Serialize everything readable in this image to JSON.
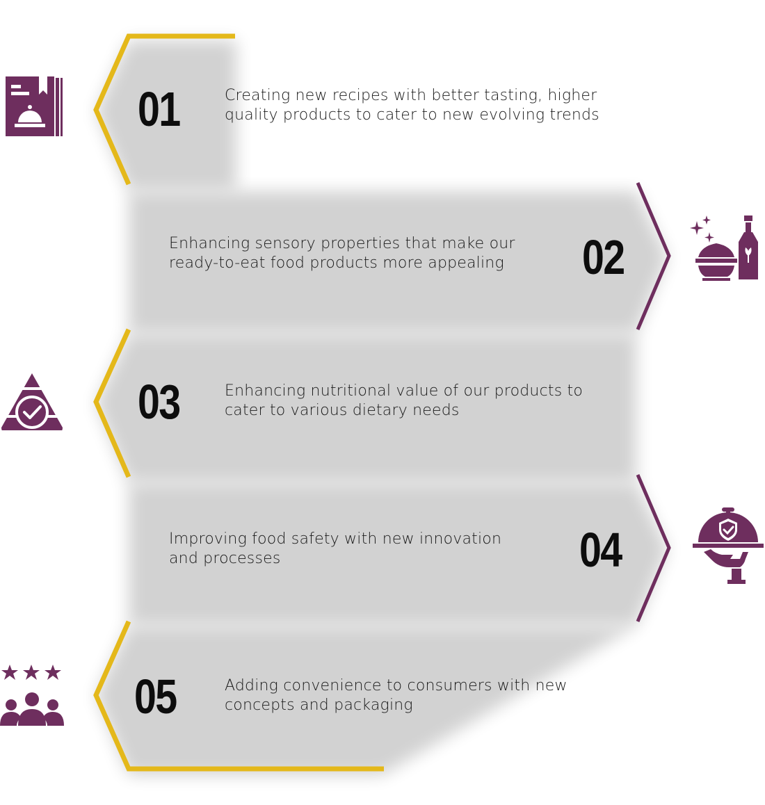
{
  "colors": {
    "gold": "#e4b81a",
    "plum": "#6e2e5e",
    "text": "#1a1a1a",
    "number": "#0d0d0d"
  },
  "steps": [
    {
      "number": "01",
      "line1": "Creating new recipes with better tasting, higher",
      "line2": "quality products to cater to new evolving trends",
      "icon": "recipe-book-icon"
    },
    {
      "number": "02",
      "line1": "Enhancing sensory properties that make our",
      "line2": "ready-to-eat food products more appealing",
      "icon": "food-bowl-bottle-icon"
    },
    {
      "number": "03",
      "line1": "Enhancing nutritional value of our products to",
      "line2": "cater to various dietary needs",
      "icon": "food-pyramid-check-icon"
    },
    {
      "number": "04",
      "line1": "Improving food safety with new innovation",
      "line2": "and processes",
      "icon": "cloche-shield-icon"
    },
    {
      "number": "05",
      "line1": "Adding convenience to consumers with new",
      "line2": "concepts and packaging",
      "icon": "rated-customers-icon"
    }
  ]
}
